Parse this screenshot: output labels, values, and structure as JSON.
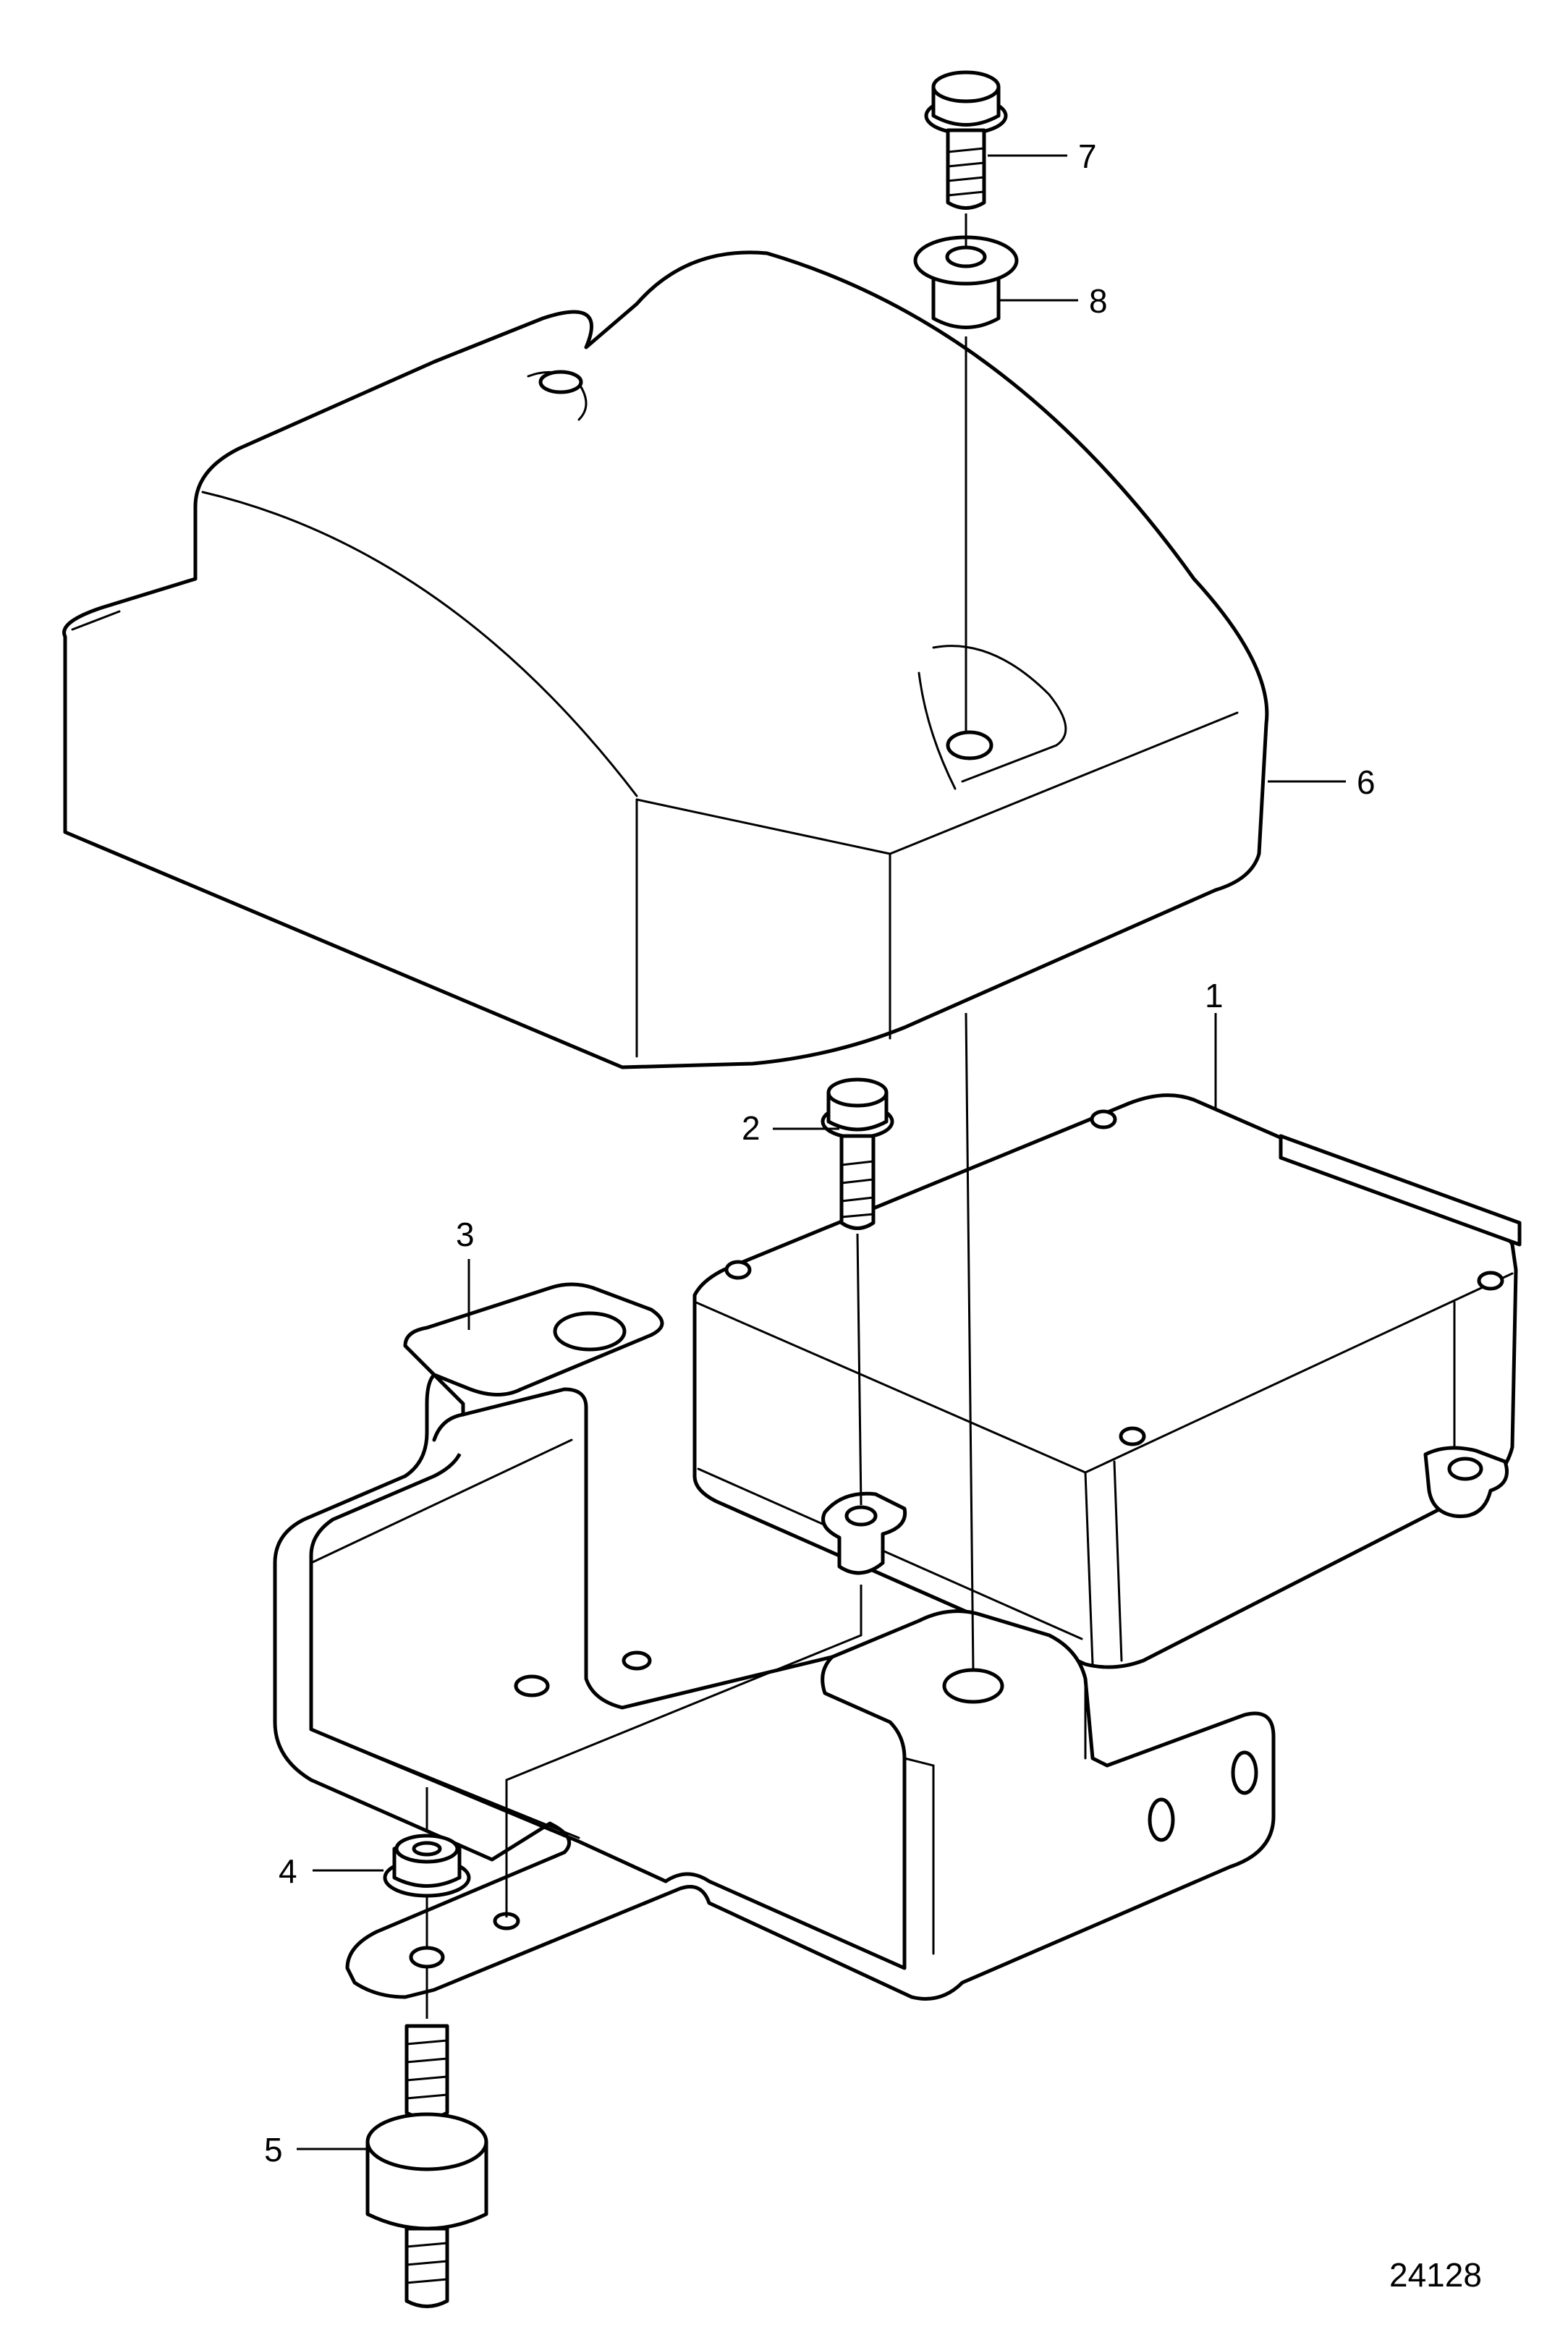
{
  "diagram": {
    "figure_number": "24128",
    "callouts": [
      {
        "id": "1",
        "label": "1",
        "part": "control-unit"
      },
      {
        "id": "2",
        "label": "2",
        "part": "screw"
      },
      {
        "id": "3",
        "label": "3",
        "part": "bracket"
      },
      {
        "id": "4",
        "label": "4",
        "part": "flange-nut"
      },
      {
        "id": "5",
        "label": "5",
        "part": "rubber-mount"
      },
      {
        "id": "6",
        "label": "6",
        "part": "cover"
      },
      {
        "id": "7",
        "label": "7",
        "part": "flange-screw"
      },
      {
        "id": "8",
        "label": "8",
        "part": "spacer-bushing"
      }
    ]
  }
}
